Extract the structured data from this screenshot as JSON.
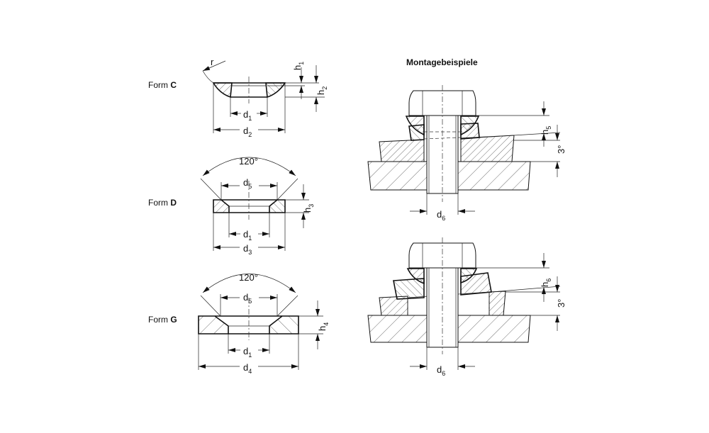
{
  "title": "Montagebeispiele",
  "forms": [
    {
      "prefix": "Form ",
      "letter": "C"
    },
    {
      "prefix": "Form ",
      "letter": "D"
    },
    {
      "prefix": "Form ",
      "letter": "G"
    }
  ],
  "dims": {
    "r": "r",
    "h1": {
      "base": "h",
      "sub": "1"
    },
    "h2": {
      "base": "h",
      "sub": "2"
    },
    "h3": {
      "base": "h",
      "sub": "3"
    },
    "h4": {
      "base": "h",
      "sub": "4"
    },
    "h5": {
      "base": "h",
      "sub": "5"
    },
    "h6": {
      "base": "h",
      "sub": "6"
    },
    "d1": {
      "base": "d",
      "sub": "1"
    },
    "d2": {
      "base": "d",
      "sub": "2"
    },
    "d3": {
      "base": "d",
      "sub": "3"
    },
    "d4": {
      "base": "d",
      "sub": "4"
    },
    "d5": {
      "base": "d",
      "sub": "5"
    },
    "d6": {
      "base": "d",
      "sub": "6"
    },
    "angle": "120°",
    "tilt": "3°"
  }
}
